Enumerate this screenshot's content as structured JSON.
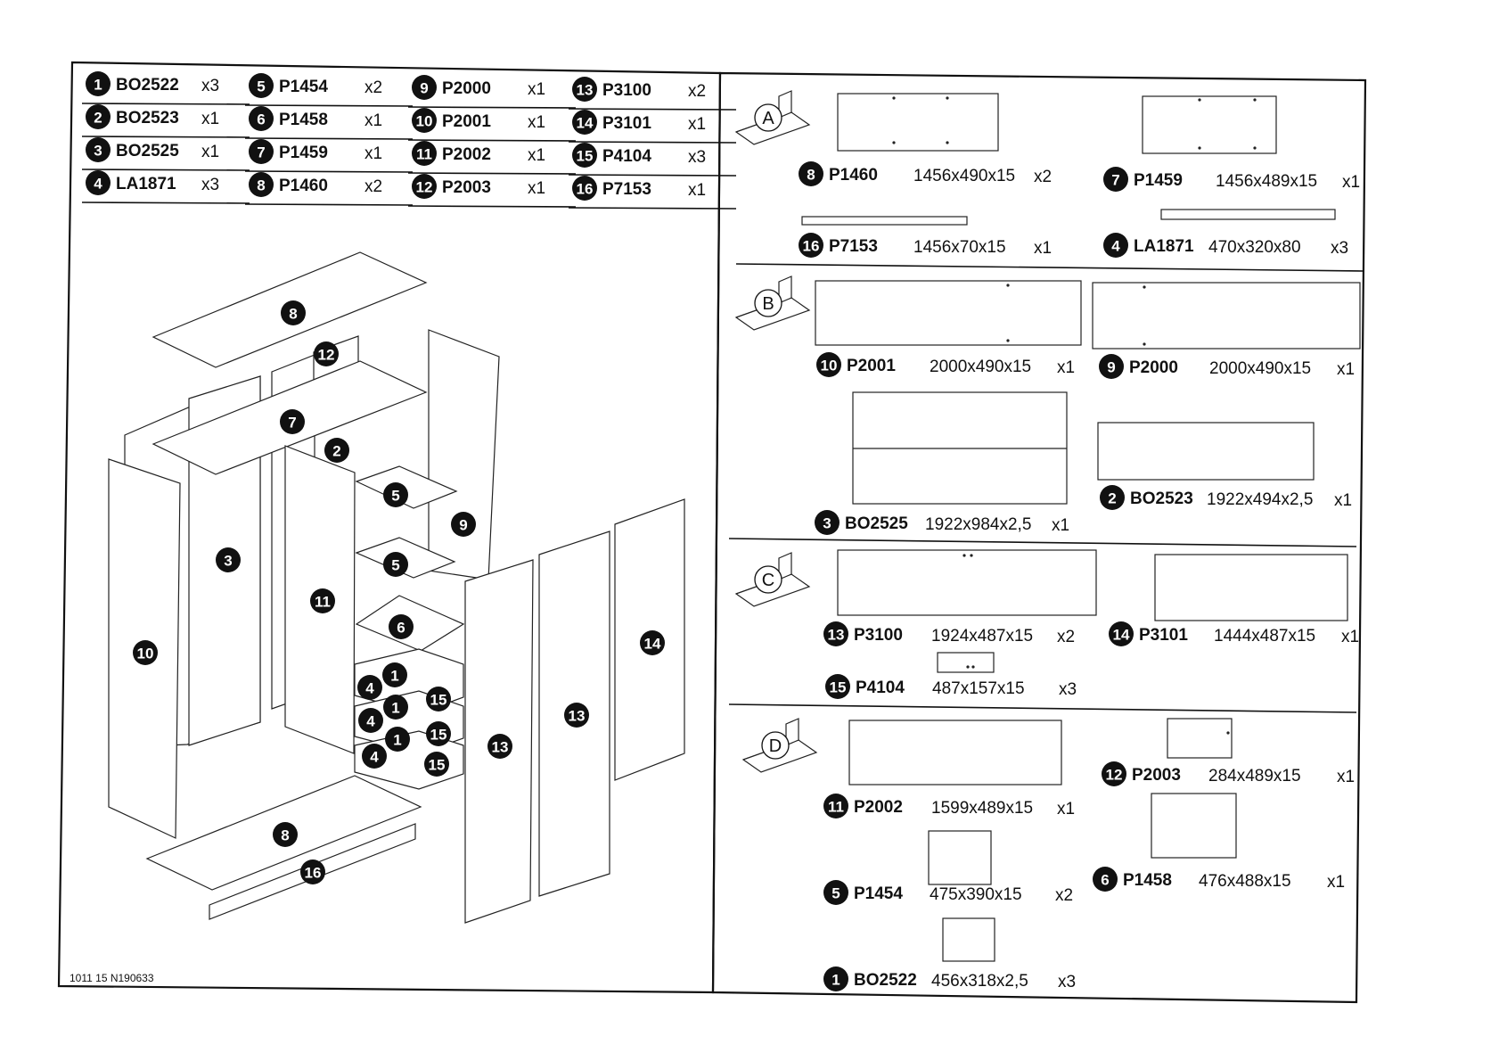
{
  "footer_code": "1011  15  N190633",
  "parts_table": [
    {
      "num": "1",
      "code": "BO2522",
      "qty": "x3"
    },
    {
      "num": "2",
      "code": "BO2523",
      "qty": "x1"
    },
    {
      "num": "3",
      "code": "BO2525",
      "qty": "x1"
    },
    {
      "num": "4",
      "code": "LA1871",
      "qty": "x3"
    },
    {
      "num": "5",
      "code": "P1454",
      "qty": "x2"
    },
    {
      "num": "6",
      "code": "P1458",
      "qty": "x1"
    },
    {
      "num": "7",
      "code": "P1459",
      "qty": "x1"
    },
    {
      "num": "8",
      "code": "P1460",
      "qty": "x2"
    },
    {
      "num": "9",
      "code": "P2000",
      "qty": "x1"
    },
    {
      "num": "10",
      "code": "P2001",
      "qty": "x1"
    },
    {
      "num": "11",
      "code": "P2002",
      "qty": "x1"
    },
    {
      "num": "12",
      "code": "P2003",
      "qty": "x1"
    },
    {
      "num": "13",
      "code": "P3100",
      "qty": "x2"
    },
    {
      "num": "14",
      "code": "P3101",
      "qty": "x1"
    },
    {
      "num": "15",
      "code": "P4104",
      "qty": "x3"
    },
    {
      "num": "16",
      "code": "P7153",
      "qty": "x1"
    }
  ],
  "exploded_callouts": [
    "8",
    "12",
    "7",
    "2",
    "5",
    "9",
    "3",
    "5",
    "11",
    "6",
    "10",
    "1",
    "4",
    "1",
    "15",
    "4",
    "1",
    "15",
    "4",
    "15",
    "13",
    "13",
    "14",
    "8",
    "16"
  ],
  "groups": [
    {
      "letter": "A",
      "items": [
        {
          "num": "8",
          "code": "P1460",
          "dims": "1456x490x15",
          "qty": "x2"
        },
        {
          "num": "7",
          "code": "P1459",
          "dims": "1456x489x15",
          "qty": "x1"
        },
        {
          "num": "16",
          "code": "P7153",
          "dims": "1456x70x15",
          "qty": "x1"
        },
        {
          "num": "4",
          "code": "LA1871",
          "dims": "470x320x80",
          "qty": "x3"
        }
      ]
    },
    {
      "letter": "B",
      "items": [
        {
          "num": "10",
          "code": "P2001",
          "dims": "2000x490x15",
          "qty": "x1"
        },
        {
          "num": "9",
          "code": "P2000",
          "dims": "2000x490x15",
          "qty": "x1"
        },
        {
          "num": "3",
          "code": "BO2525",
          "dims": "1922x984x2,5",
          "qty": "x1"
        },
        {
          "num": "2",
          "code": "BO2523",
          "dims": "1922x494x2,5",
          "qty": "x1"
        }
      ]
    },
    {
      "letter": "C",
      "items": [
        {
          "num": "13",
          "code": "P3100",
          "dims": "1924x487x15",
          "qty": "x2"
        },
        {
          "num": "14",
          "code": "P3101",
          "dims": "1444x487x15",
          "qty": "x1"
        },
        {
          "num": "15",
          "code": "P4104",
          "dims": "487x157x15",
          "qty": "x3"
        }
      ]
    },
    {
      "letter": "D",
      "items": [
        {
          "num": "11",
          "code": "P2002",
          "dims": "1599x489x15",
          "qty": "x1"
        },
        {
          "num": "12",
          "code": "P2003",
          "dims": "284x489x15",
          "qty": "x1"
        },
        {
          "num": "5",
          "code": "P1454",
          "dims": "475x390x15",
          "qty": "x2"
        },
        {
          "num": "6",
          "code": "P1458",
          "dims": "476x488x15",
          "qty": "x1"
        },
        {
          "num": "1",
          "code": "BO2522",
          "dims": "456x318x2,5",
          "qty": "x3"
        }
      ]
    }
  ]
}
